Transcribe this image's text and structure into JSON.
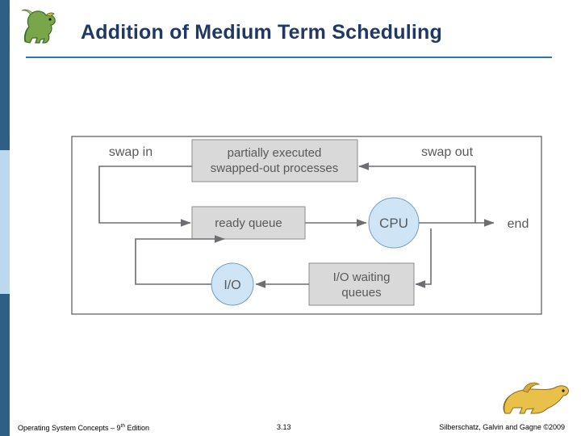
{
  "slide": {
    "title": "Addition of Medium Term Scheduling",
    "accent_color": "#1f3864",
    "rule_color": "#2e74b5",
    "sidebar_dark_color": "#2e5f85",
    "sidebar_light_color": "#bcd8ef"
  },
  "diagram": {
    "type": "flow",
    "nodes": [
      {
        "id": "swap-in",
        "label": "swap in",
        "shape": "text"
      },
      {
        "id": "swapped-out",
        "label_line1": "partially executed",
        "label_line2": "swapped-out processes",
        "shape": "rect",
        "fill": "#d9d9d9"
      },
      {
        "id": "swap-out",
        "label": "swap out",
        "shape": "text"
      },
      {
        "id": "ready-queue",
        "label": "ready queue",
        "shape": "rect",
        "fill": "#d9d9d9"
      },
      {
        "id": "cpu",
        "label": "CPU",
        "shape": "circle",
        "fill": "#cfe5f5"
      },
      {
        "id": "end",
        "label": "end",
        "shape": "text"
      },
      {
        "id": "io",
        "label": "I/O",
        "shape": "circle",
        "fill": "#cfe5f5"
      },
      {
        "id": "io-waiting",
        "label_line1": "I/O waiting",
        "label_line2": "queues",
        "shape": "rect",
        "fill": "#d9d9d9"
      }
    ],
    "text_color": "#58595b",
    "line_color": "#6d6e71"
  },
  "footer": {
    "left_text": "Operating System Concepts – 9",
    "left_sup": "th",
    "left_text_tail": " Edition",
    "center_text": "3.13",
    "right_text": "Silberschatz, Galvin and Gagne ©2009"
  }
}
